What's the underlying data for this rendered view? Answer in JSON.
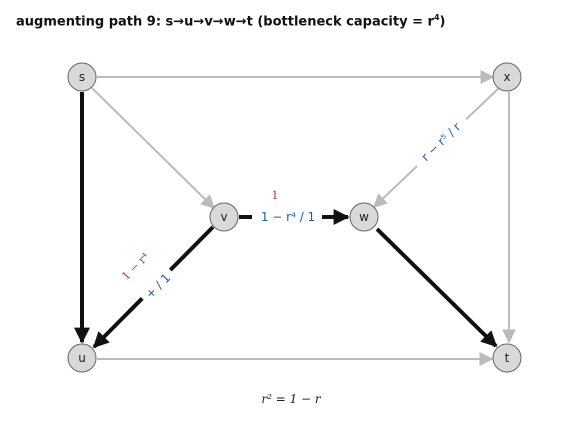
{
  "title": {
    "text": "augmenting path 9:  s→u→v→w→t  (bottleneck capacity = r",
    "exp": "4",
    "close": ")"
  },
  "nodes": [
    {
      "id": "s",
      "label": "s"
    },
    {
      "id": "x",
      "label": "x"
    },
    {
      "id": "v",
      "label": "v"
    },
    {
      "id": "w",
      "label": "w"
    },
    {
      "id": "u",
      "label": "u"
    },
    {
      "id": "t",
      "label": "t"
    }
  ],
  "edges": [
    {
      "from": "s",
      "to": "x",
      "highlighted": false
    },
    {
      "from": "s",
      "to": "v",
      "highlighted": false
    },
    {
      "from": "s",
      "to": "u",
      "highlighted": true
    },
    {
      "from": "x",
      "to": "w",
      "highlighted": false,
      "label": "r − r⁵ / r"
    },
    {
      "from": "x",
      "to": "t",
      "highlighted": false
    },
    {
      "from": "v",
      "to": "w",
      "highlighted": true,
      "label": "1 − r⁴ / 1",
      "old_label": "1"
    },
    {
      "from": "v",
      "to": "u",
      "highlighted": true,
      "label": "+ / 1",
      "old_label": "1 − r⁴"
    },
    {
      "from": "w",
      "to": "t",
      "highlighted": true
    },
    {
      "from": "u",
      "to": "t",
      "highlighted": false
    }
  ],
  "equation": "r² = 1 − r",
  "colors": {
    "highlight": "#111111",
    "normal_edge": "#bbbbbb",
    "node_fill": "#d9d9d9",
    "label_blue": "#1f5faa",
    "label_red": "#a33a33"
  }
}
